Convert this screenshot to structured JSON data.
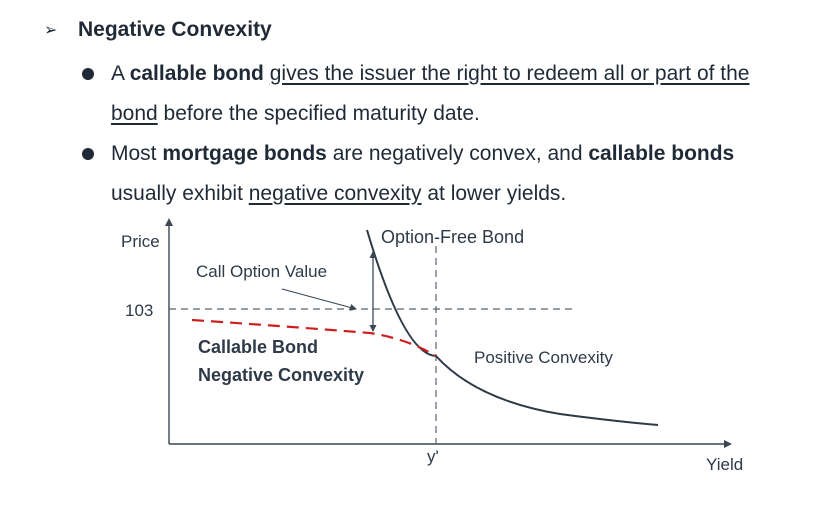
{
  "heading": {
    "arrow_icon": "arrow-right-icon",
    "title": "Negative Convexity"
  },
  "bullets": [
    {
      "p1": "A ",
      "bold1": "callable bond",
      "p2": " ",
      "underline1": "gives the issuer the right to redeem all or part of the",
      "underline2": "bond",
      "p3": " before the specified maturity date."
    },
    {
      "p1": "Most ",
      "bold1": "mortgage bonds",
      "p2": " are negatively convex, and ",
      "bold2": "callable bonds",
      "p3": "usually exhibit ",
      "underline1": "negative convexity",
      "p4": " at lower yields."
    }
  ],
  "diagram": {
    "y_axis_label": "Price",
    "x_axis_label": "Yield",
    "price_level_label": "103",
    "yield_point_label": "y'",
    "option_free_label": "Option-Free Bond",
    "call_option_label": "Call Option Value",
    "callable_label_line1": "Callable Bond",
    "callable_label_line2": "Negative Convexity",
    "positive_convexity_label": "Positive Convexity",
    "colors": {
      "callable_curve": "#cc1f1f",
      "option_free_curve": "#2e3a48",
      "axes": "#3a4654"
    }
  }
}
